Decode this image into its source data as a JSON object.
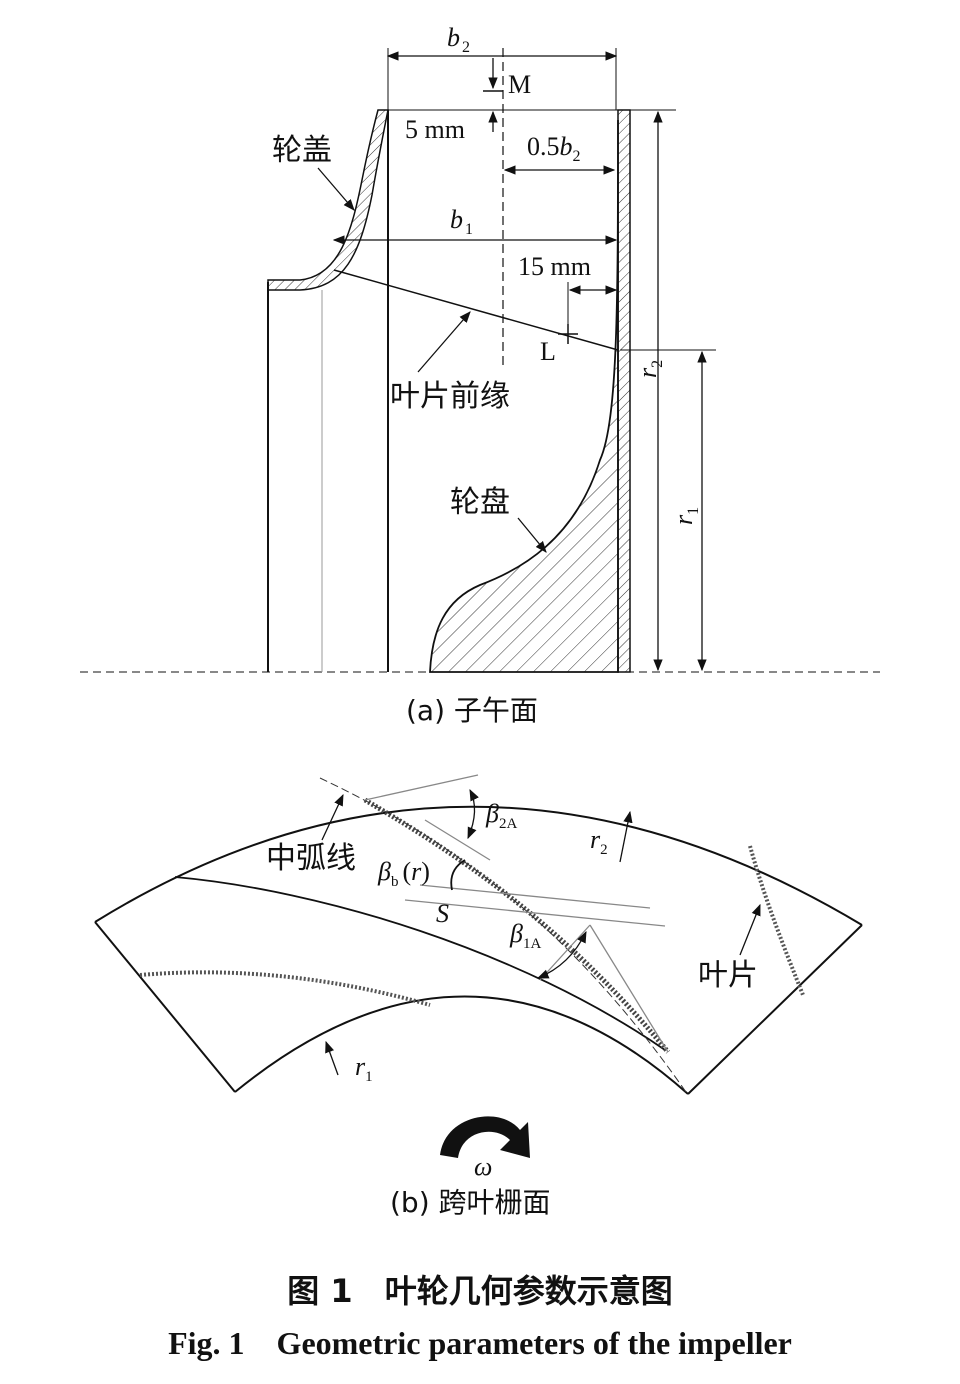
{
  "panel_a": {
    "b2": "b",
    "b2_sub": "2",
    "M": "M",
    "five_mm": "5 mm",
    "half_b2_pre": "0.5",
    "half_b2_b": "b",
    "half_b2_sub": "2",
    "shroud": "轮盖",
    "b1": "b",
    "b1_sub": "1",
    "fifteen_mm": "15 mm",
    "L": "L",
    "leading_edge": "叶片前缘",
    "r2": "r",
    "r2_sub": "2",
    "r1": "r",
    "r1_sub": "1",
    "hub": "轮盘",
    "caption": "(a) 子午面"
  },
  "panel_b": {
    "beta2": "β",
    "beta2_sub": "2A",
    "camber": "中弧线",
    "betab": "β",
    "betab_sub": "b",
    "betab_arg_open": "(",
    "betab_arg": "r",
    "betab_arg_close": ")",
    "S": "S",
    "beta1": "β",
    "beta1_sub": "1A",
    "r2": "r",
    "r2_sub": "2",
    "blade": "叶片",
    "r1": "r",
    "r1_sub": "1",
    "omega": "ω",
    "caption": "(b) 跨叶栅面"
  },
  "caption_cn": "图 1　叶轮几何参数示意图",
  "caption_en": "Fig. 1　Geometric parameters of the impeller",
  "colors": {
    "line": "#111111",
    "hatch": "#333333",
    "thin": "#888888"
  }
}
